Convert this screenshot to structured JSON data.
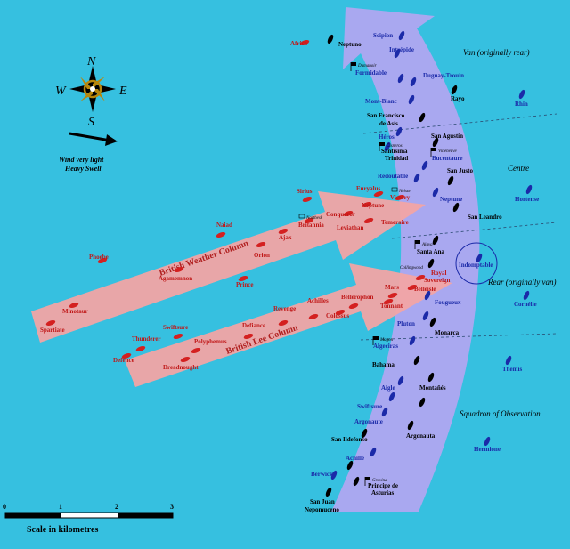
{
  "compass": {
    "n": "N",
    "s": "S",
    "e": "E",
    "w": "W"
  },
  "wind": {
    "line1": "Wind very light",
    "line2": "Heavy Swell"
  },
  "scale": {
    "ticks": [
      "0",
      "1",
      "2",
      "3"
    ],
    "label": "Scale in kilometres"
  },
  "sections": {
    "van": "Van (originally rear)",
    "centre": "Centre",
    "rear": "Rear (originally van)",
    "observation": "Squadron of Observation"
  },
  "columns": {
    "weather": "British Weather Column",
    "lee": "British Lee Column"
  },
  "flags": {
    "dumanoir": "Dumanoir",
    "cisneros": "Cisneros",
    "villeneuve": "Villeneuve",
    "northesk": "Northesk",
    "nelson": "Nelson",
    "alava": "Alava",
    "collingwood": "Collingwood",
    "magon": "Magon",
    "gravina": "Gravina"
  },
  "ships": {
    "africa": "Africa",
    "neptuno": "Neptuno",
    "scipion": "Scipion",
    "intrepide": "Intrépide",
    "formidable": "Formidable",
    "duguay": "Duguay-Trouin",
    "montblanc": "Mont-Blanc",
    "rayo": "Rayo",
    "sanfrancisco1": "San Francisco",
    "sanfrancisco2": "de Asís",
    "sanagustin": "San Agustín",
    "heros": "Héros",
    "santisima1": "Santísima",
    "santisima2": "Trinidad",
    "bucentaure": "Bucentaure",
    "sanjusto": "San Justo",
    "redoutable": "Redoutable",
    "neptune": "Neptune",
    "sanleandro": "San Leandro",
    "sirius": "Sirius",
    "euryalus": "Euryalus",
    "victory": "Victory",
    "naiad": "Naiad",
    "britannia": "Britannia",
    "conqueror": "Conqueror",
    "neptune_br": "Neptune",
    "leviathan": "Leviathan",
    "temeraire": "Temeraire",
    "ajax": "Ajax",
    "orion": "Orion",
    "phoebe": "Phoebe",
    "agamemnon": "Agamemnon",
    "minotaur": "Minotaur",
    "spartiate": "Spartiate",
    "prince": "Prince",
    "santaana": "Santa Ana",
    "royal1": "Royal",
    "royal2": "Sovereign",
    "belleisle": "Belleisle",
    "mars": "Mars",
    "tonnant": "Tonnant",
    "bellerophon": "Bellerophon",
    "colossus": "Colossus",
    "achilles_br": "Achilles",
    "revenge": "Revenge",
    "defiance": "Defiance",
    "swiftsure_br": "Swiftsure",
    "polyphemus": "Polyphemus",
    "thunderer": "Thunderer",
    "defence": "Defence",
    "dreadnought": "Dreadnought",
    "indomptable": "Indomptable",
    "fougueux": "Fougueux",
    "pluton": "Pluton",
    "monarca": "Monarca",
    "algeciras": "Algeciras",
    "bahama": "Bahama",
    "aigle": "Aigle",
    "montanes": "Montañés",
    "swiftsure_fr": "Swiftsure",
    "argonaute": "Argonaute",
    "argonauta": "Argonauta",
    "sanildefonso": "San Ildefonso",
    "achille": "Achille",
    "berwick": "Berwick",
    "principe1": "Principe de",
    "principe2": "Asturias",
    "sanjuan1": "San Juan",
    "sanjuan2": "Nepomuceno",
    "rhin": "Rhin",
    "hortense": "Hortense",
    "cornelie": "Cornélie",
    "themis": "Thémis",
    "hermione": "Hermione"
  }
}
